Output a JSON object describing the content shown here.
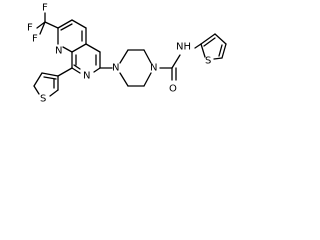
{
  "structure": {
    "atom_labels": {
      "f_top": "F",
      "f_left": "F",
      "f_bottom": "F",
      "n_ring1": "N",
      "n_ring2": "N",
      "s_thiophene_left": "S",
      "n_piperazine_1": "N",
      "n_piperazine_4": "N",
      "nh": "NH",
      "s_thiophene_right": "S",
      "o_carbonyl": "O"
    }
  }
}
